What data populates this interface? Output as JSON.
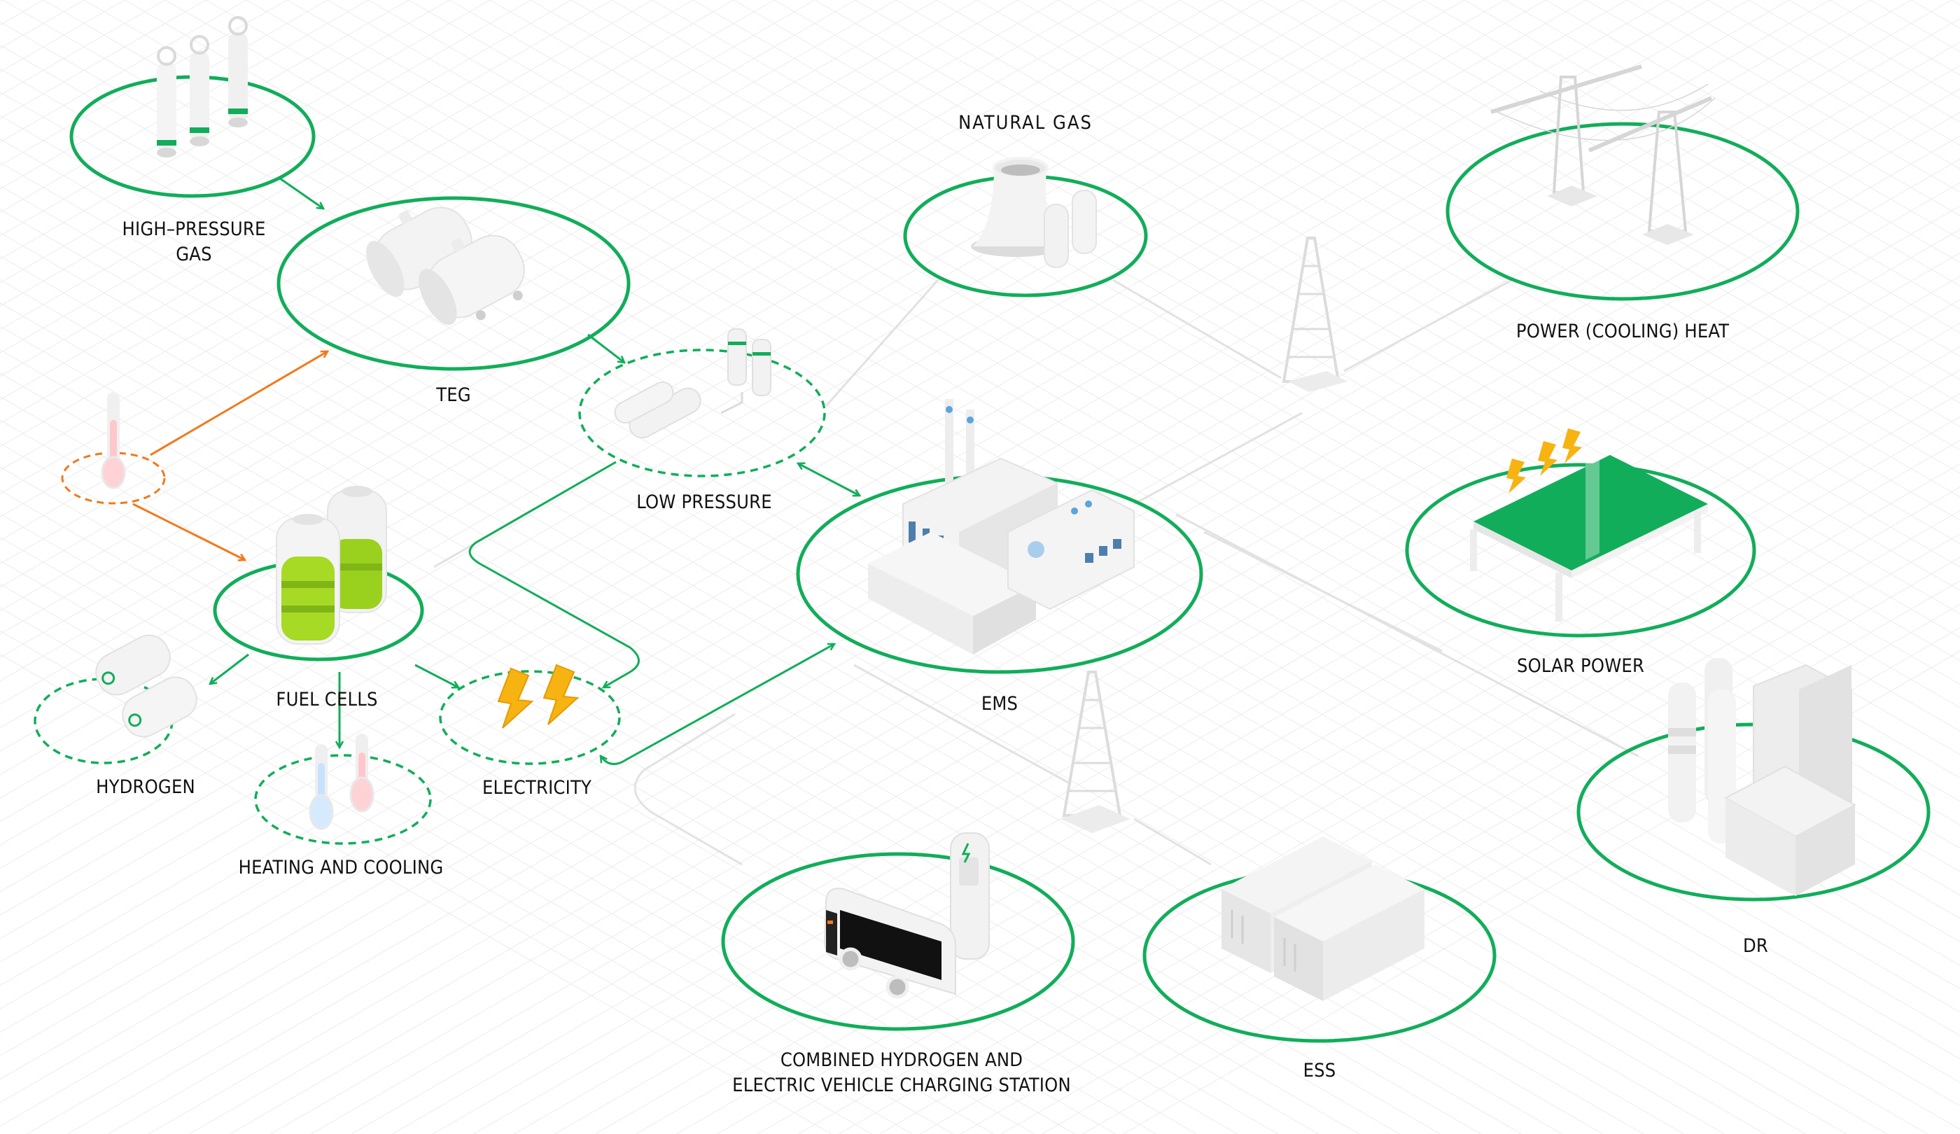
{
  "title": "Energy management system (EMS) hub diagram",
  "colors": {
    "primary": "#12ad5a",
    "secondary": "#f07a1c",
    "grid": "#ececec",
    "link": "#e0e0e0",
    "icon_light": "#f2f2f2",
    "icon_mid": "#dcdcdc",
    "icon_dark": "#c4c4c4",
    "fuel_green": "#9ad11f",
    "bolt": "#f6b312",
    "solar": "#12ad5a",
    "cold": "#c7e2ff",
    "hot": "#ffc7cc"
  },
  "nodes": [
    {
      "id": "high-pressure-gas",
      "label": "HIGH–PRESSURE\nGAS",
      "icon": "gas-cylinders-icon",
      "style": "solid"
    },
    {
      "id": "teg",
      "label": "TEG",
      "icon": "tank-wagons-icon",
      "style": "solid"
    },
    {
      "id": "heat-source",
      "label": "",
      "icon": "thermometer-hot-icon",
      "style": "dashed-orange"
    },
    {
      "id": "fuel-cells",
      "label": "FUEL CELLS",
      "icon": "fuel-cell-batteries-icon",
      "style": "solid"
    },
    {
      "id": "hydrogen",
      "label": "HYDROGEN",
      "icon": "hydrogen-tanks-icon",
      "style": "dashed"
    },
    {
      "id": "heating-cooling",
      "label": "HEATING AND COOLING",
      "icon": "thermometers-icon",
      "style": "dashed"
    },
    {
      "id": "electricity",
      "label": "ELECTRICITY",
      "icon": "lightning-bolts-icon",
      "style": "dashed"
    },
    {
      "id": "low-pressure",
      "label": "LOW PRESSURE",
      "icon": "low-pressure-tanks-icon",
      "style": "dashed"
    },
    {
      "id": "natural-gas",
      "label": "NATURAL GAS",
      "icon": "cooling-tower-icon",
      "style": "solid"
    },
    {
      "id": "ems",
      "label": "EMS",
      "icon": "factory-icon",
      "style": "solid"
    },
    {
      "id": "power-cooling-heat",
      "label": "POWER (COOLING) HEAT",
      "icon": "transmission-tower-icon",
      "style": "solid"
    },
    {
      "id": "solar-power",
      "label": "SOLAR POWER",
      "icon": "solar-panel-icon",
      "style": "solid"
    },
    {
      "id": "dr",
      "label": "DR",
      "icon": "industrial-plant-icon",
      "style": "solid"
    },
    {
      "id": "ess",
      "label": "ESS",
      "icon": "battery-containers-icon",
      "style": "solid"
    },
    {
      "id": "charging-station",
      "label": "COMBINED HYDROGEN AND\nELECTRIC VEHICLE CHARGING STATION",
      "icon": "ev-charging-bus-icon",
      "style": "solid"
    }
  ],
  "edges": [
    {
      "from": "high-pressure-gas",
      "to": "teg",
      "color": "primary"
    },
    {
      "from": "teg",
      "to": "low-pressure",
      "color": "primary"
    },
    {
      "from": "heat-source",
      "to": "teg",
      "color": "secondary"
    },
    {
      "from": "heat-source",
      "to": "fuel-cells",
      "color": "secondary"
    },
    {
      "from": "fuel-cells",
      "to": "hydrogen",
      "color": "primary"
    },
    {
      "from": "fuel-cells",
      "to": "heating-cooling",
      "color": "primary"
    },
    {
      "from": "fuel-cells",
      "to": "electricity",
      "color": "primary"
    },
    {
      "from": "low-pressure",
      "to": "electricity",
      "color": "primary"
    },
    {
      "from": "low-pressure",
      "to": "ems",
      "color": "primary",
      "bidirectional": true
    },
    {
      "from": "electricity",
      "to": "ems",
      "color": "primary",
      "bidirectional": true
    }
  ]
}
